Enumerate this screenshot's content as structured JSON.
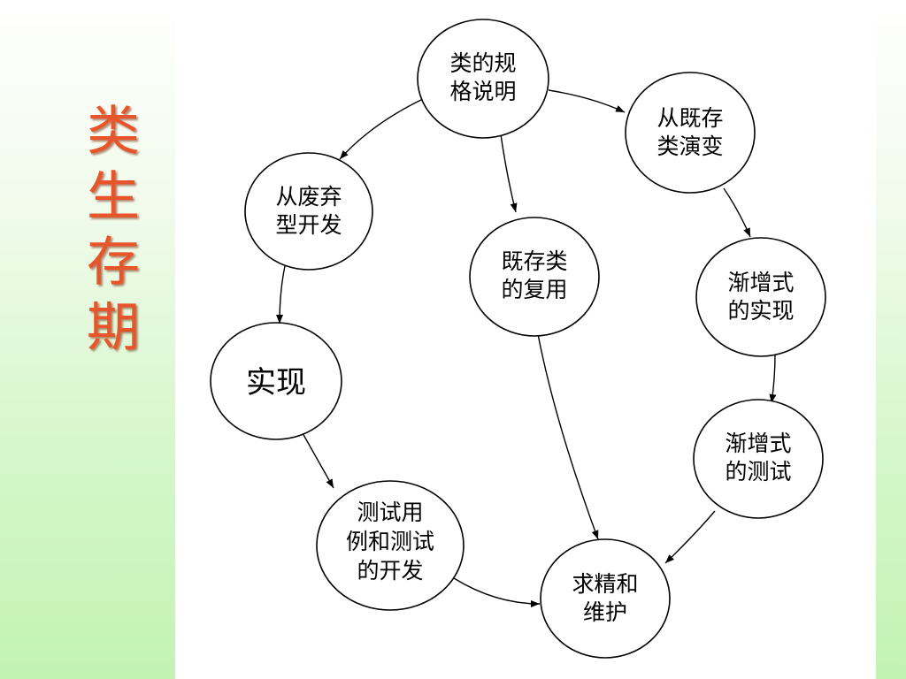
{
  "side_title": [
    "类",
    "生",
    "存",
    "期"
  ],
  "nodes": {
    "class_spec": [
      "类的规",
      "格说明"
    ],
    "evolve_existing": [
      "从既存",
      "类演变"
    ],
    "from_scratch": [
      "从废弃",
      "型开发"
    ],
    "reuse_existing": [
      "既存类",
      "的复用"
    ],
    "incremental_impl": [
      "渐增式",
      "的实现"
    ],
    "implementation": [
      "实现"
    ],
    "incremental_test": [
      "渐增式",
      "的测试"
    ],
    "testcase_dev": [
      "测试用",
      "例和测试",
      "的开发"
    ],
    "refine_maintain": [
      "求精和",
      "维护"
    ]
  }
}
